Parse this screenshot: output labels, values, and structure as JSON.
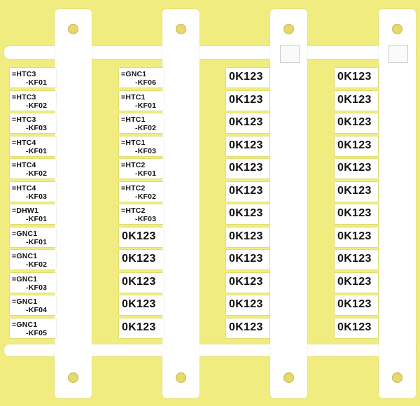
{
  "colors": {
    "board": "#f1ec7f",
    "carrier": "#ffffff",
    "text": "#111111"
  },
  "columns": [
    {
      "tags": [
        [
          "=HTC3",
          "-KF01"
        ],
        [
          "=HTC3",
          "-KF02"
        ],
        [
          "=HTC3",
          "-KF03"
        ],
        [
          "=HTC4",
          "-KF01"
        ],
        [
          "=HTC4",
          "-KF02"
        ],
        [
          "=HTC4",
          "-KF03"
        ],
        [
          "=DHW1",
          "-KF01"
        ],
        [
          "=GNC1",
          "-KF01"
        ],
        [
          "=GNC1",
          "-KF02"
        ],
        [
          "=GNC1",
          "-KF03"
        ],
        [
          "=GNC1",
          "-KF04"
        ],
        [
          "=GNC1",
          "-KF05"
        ]
      ]
    },
    {
      "tags": [
        [
          "=GNC1",
          "-KF06"
        ],
        [
          "=HTC1",
          "-KF01"
        ],
        [
          "=HTC1",
          "-KF02"
        ],
        [
          "=HTC1",
          "-KF03"
        ],
        [
          "=HTC2",
          "-KF01"
        ],
        [
          "=HTC2",
          "-KF02"
        ],
        [
          "=HTC2",
          "-KF03"
        ],
        [
          "0K123"
        ],
        [
          "0K123"
        ],
        [
          "0K123"
        ],
        [
          "0K123"
        ],
        [
          "0K123"
        ]
      ]
    },
    {
      "tags": [
        [
          "0K123"
        ],
        [
          "0K123"
        ],
        [
          "0K123"
        ],
        [
          "0K123"
        ],
        [
          "0K123"
        ],
        [
          "0K123"
        ],
        [
          "0K123"
        ],
        [
          "0K123"
        ],
        [
          "0K123"
        ],
        [
          "0K123"
        ],
        [
          "0K123"
        ],
        [
          "0K123"
        ]
      ]
    },
    {
      "tags": [
        [
          "0K123"
        ],
        [
          "0K123"
        ],
        [
          "0K123"
        ],
        [
          "0K123"
        ],
        [
          "0K123"
        ],
        [
          "0K123"
        ],
        [
          "0K123"
        ],
        [
          "0K123"
        ],
        [
          "0K123"
        ],
        [
          "0K123"
        ],
        [
          "0K123"
        ],
        [
          "0K123"
        ]
      ]
    }
  ]
}
